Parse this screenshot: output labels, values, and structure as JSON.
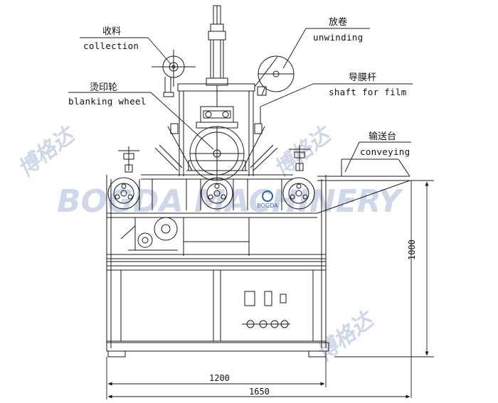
{
  "labels": {
    "collection_cn": "收料",
    "collection_en": "collection",
    "unwinding_cn": "放卷",
    "unwinding_en": "unwinding",
    "blanking_cn": "烫印轮",
    "blanking_en": "blanking wheel",
    "shaft_cn": "导膜杆",
    "shaft_en": "shaft for film",
    "conveying_cn": "输送台",
    "conveying_en": "conveying"
  },
  "dimensions": {
    "width_inner": "1200",
    "width_outer": "1650",
    "height": "1000"
  },
  "watermark": {
    "text": "BOGDA MACHINERY",
    "logo_text": "BOGDA",
    "brand_cn": "博格达",
    "color": "#cfd8e8"
  },
  "colors": {
    "line": "#1a1a1a",
    "watermark": "#cfd8e8"
  }
}
